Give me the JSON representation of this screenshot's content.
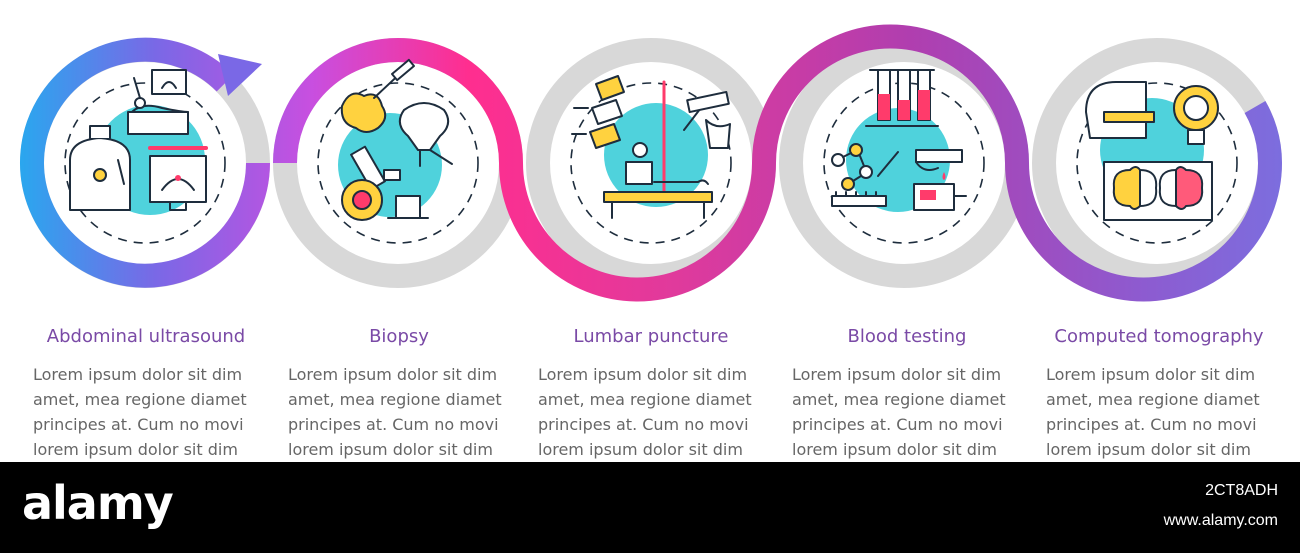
{
  "colors": {
    "gradient": [
      "#1eb0f0",
      "#7a68e6",
      "#c84fe0",
      "#ff2e8f",
      "#c0359d",
      "#9b4bc4",
      "#7a70e0"
    ],
    "gray_ring": "#d8d8d8",
    "icon_fill": "#4fd2dc",
    "icon_outline": "#1e2d3d",
    "title_color": "#7a4aa6",
    "body_color": "#666666"
  },
  "steps": [
    {
      "title": "Abdominal ultrasound",
      "body": "Lorem ipsum dolor sit dim amet, mea regione diamet principes at. Cum no movi lorem ipsum dolor sit dim",
      "icon": "ultrasound-icon"
    },
    {
      "title": "Biopsy",
      "body": "Lorem ipsum dolor sit dim amet, mea regione diamet principes at. Cum no movi lorem ipsum dolor sit dim",
      "icon": "biopsy-icon"
    },
    {
      "title": "Lumbar puncture",
      "body": "Lorem ipsum dolor sit dim amet, mea regione diamet principes at. Cum no movi lorem ipsum dolor sit dim",
      "icon": "lumbar-puncture-icon"
    },
    {
      "title": "Blood testing",
      "body": "Lorem ipsum dolor sit dim amet, mea regione diamet principes at. Cum no movi lorem ipsum dolor sit dim",
      "icon": "blood-test-icon"
    },
    {
      "title": "Computed tomography",
      "body": "Lorem ipsum dolor sit dim amet, mea regione diamet principes at. Cum no movi lorem ipsum dolor sit dim",
      "icon": "ct-scanner-icon"
    }
  ],
  "watermark": {
    "logo": "alamy",
    "image_id": "2CT8ADH",
    "site": "www.alamy.com"
  }
}
